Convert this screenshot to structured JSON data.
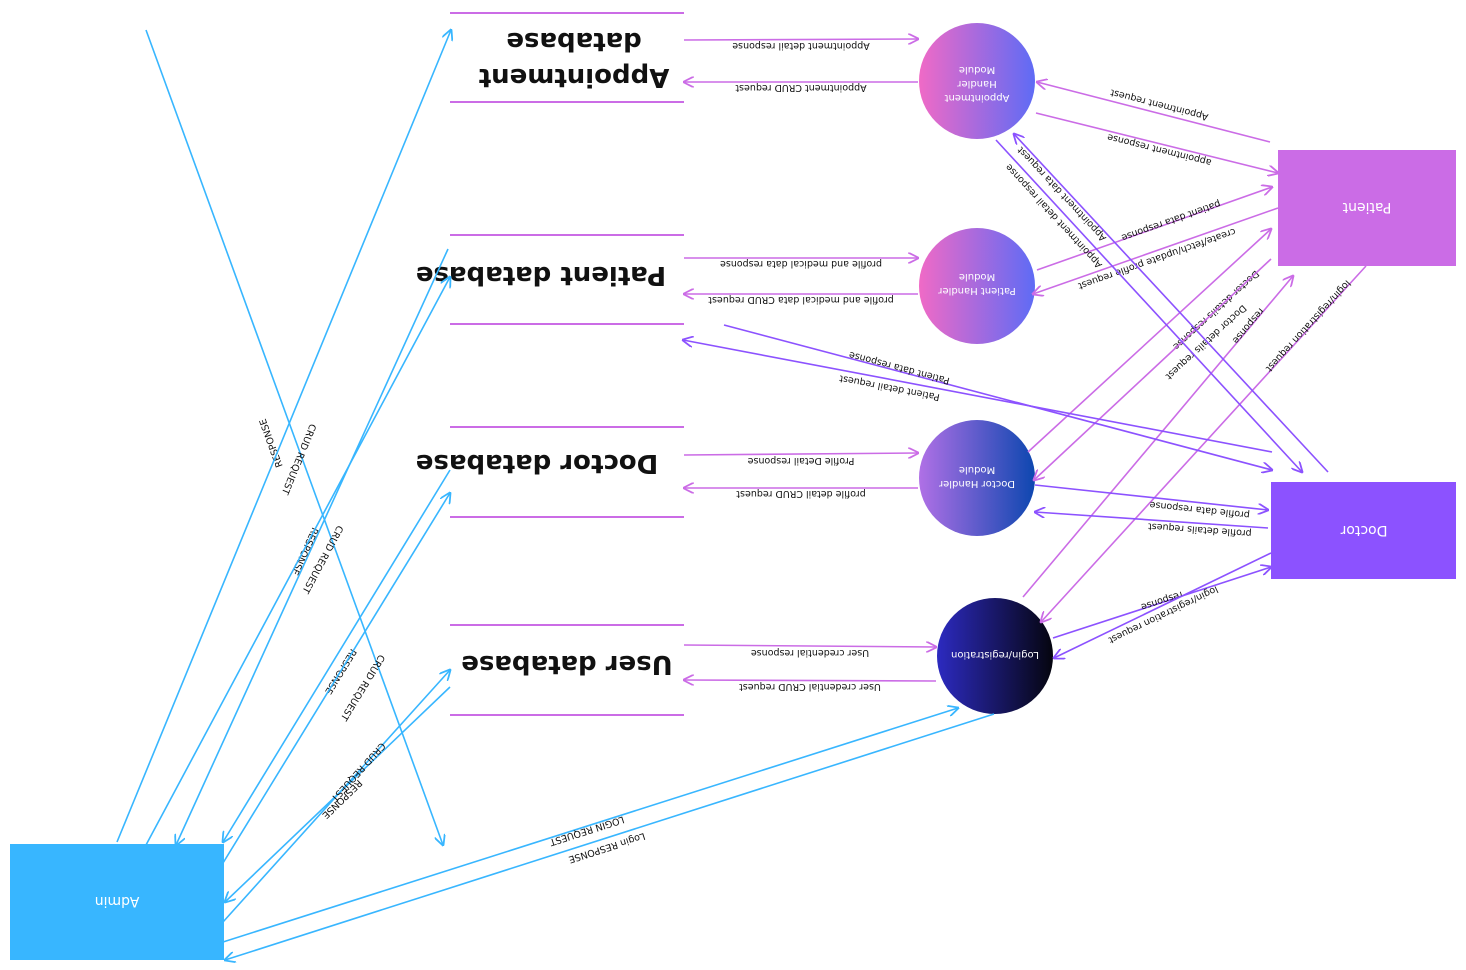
{
  "colors": {
    "blue": "#38b6ff",
    "purple": "#8c52ff",
    "pink": "#cb6ce6",
    "admin": "#38b6ff",
    "patient": "#cb6ce6",
    "doctor": "#8c52ff"
  },
  "databases": {
    "appointment_line1": "Appointment",
    "appointment_line2": "database",
    "patient": "Patient database",
    "doctor": "Doctor database",
    "user": "User database"
  },
  "modules": {
    "appointment_line1": "Appointment",
    "appointment_line2": "Handler",
    "appointment_line3": "Module",
    "patient_line1": "Patient Handler",
    "patient_line2": "Module",
    "doctor_line1": "Doctor Handler",
    "doctor_line2": "Module",
    "login": "Login/registration"
  },
  "entities": {
    "admin": "Admin",
    "patient": "Patient",
    "doctor": "Doctor"
  },
  "edges": {
    "appt_detail_response": "Appointment  detail response",
    "appt_crud_request": "Appointment CRUD request",
    "patient_profile_response": "profile and medical data response",
    "patient_profile_crud": "profile and medical data CRUD request",
    "doctor_profile_response": "Profile Detail response",
    "doctor_profile_crud": "profile detail CRUD request",
    "user_cred_response": "User credential response",
    "user_cred_crud": "User credential CRUD request",
    "appt_request": "Appointment request",
    "appt_response": "appointment response",
    "patient_data_response_p": "patient data response",
    "create_fetch_update": "create/fetch/update profile request",
    "doctor_details_response": "Doctor details response",
    "doctor_details_request": "Doctor details request",
    "response_p": "response",
    "login_reg_request_p": "login/registration request",
    "appt_data_request": "Appointment data request",
    "appt_detail_response_d": "Appointment detail response",
    "patient_data_response_d": "Patient data response",
    "patient_detail_request": "Patient detail request",
    "profile_data_response": "profile data response",
    "profile_details_request": "profile details request",
    "response_d": "response",
    "login_reg_request_d": "login/registration request",
    "admin_response_1": "RESPONSE",
    "admin_crud_1": "CRUD REQUEST",
    "admin_response_2": "RESPONSE",
    "admin_crud_2": "CRUD REQUEST",
    "admin_response_3": "RESPONSE",
    "admin_crud_3": "CRUD REQUEST",
    "admin_response_4": "RESPONSE",
    "admin_crud_4": "CRUD REQUEST",
    "login_request": "LOGIN REQUEST",
    "login_response": "Login RESPONSE"
  }
}
